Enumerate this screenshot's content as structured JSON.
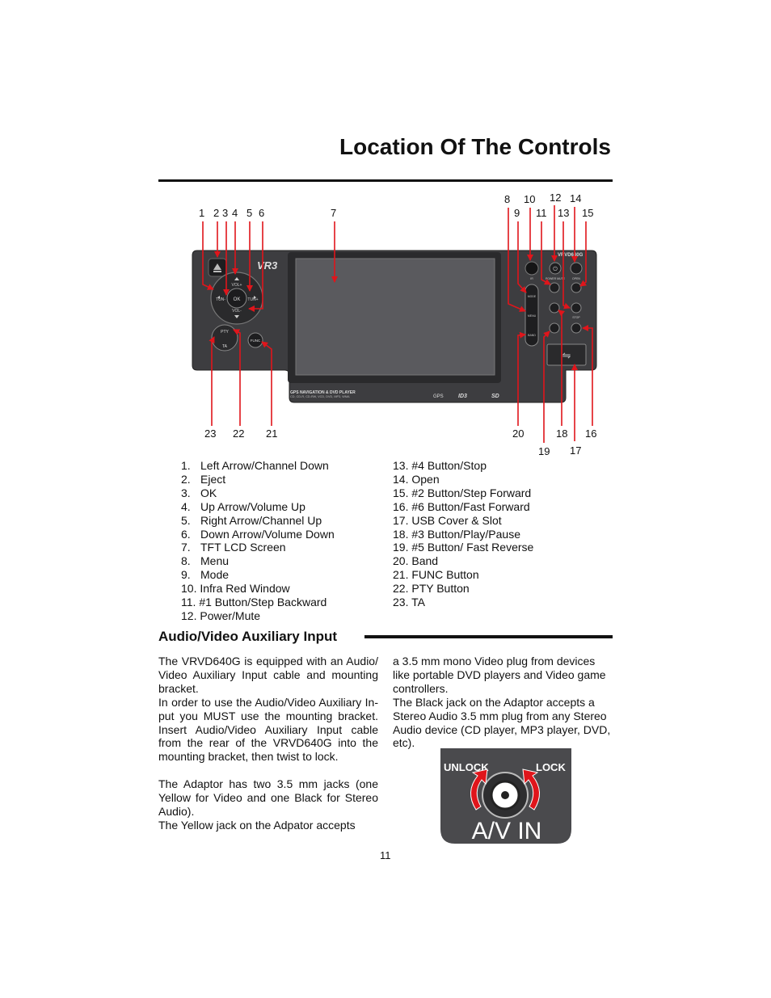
{
  "page": {
    "title": "Location Of The Controls",
    "page_number": "11"
  },
  "diagram": {
    "callouts": [
      "1",
      "2",
      "3",
      "4",
      "5",
      "6",
      "7",
      "8",
      "9",
      "10",
      "11",
      "12",
      "13",
      "14",
      "15",
      "16",
      "17",
      "18",
      "19",
      "20",
      "21",
      "22",
      "23"
    ],
    "device": {
      "model": "VRVD640G",
      "brand": "VR3",
      "vol_up": "VOL+",
      "vol_down": "VOL-",
      "tun_down": "TUN-",
      "tun_up": "TUN+",
      "ok": "OK",
      "pty": "PTY",
      "ta": "TA",
      "func": "FUNC",
      "ir": "IR",
      "power_mute": "POWER MUTE",
      "open": "OPEN",
      "mode": "MODE",
      "menu": "MENU",
      "band": "BAND",
      "stop": "STOP",
      "nav_title": "GPS NAVIGATION & DVD PLAYER",
      "nav_formats": "CD, CD-R, CD-RW, VCD, DVD, MP3, WMA",
      "badge_gps": "GPS",
      "badge_id3": "ID3",
      "badge_sd": "SD"
    }
  },
  "controls_left": [
    {
      "n": "1.",
      "label": "Left Arrow/Channel Down"
    },
    {
      "n": "2.",
      "label": "Eject"
    },
    {
      "n": "3.",
      "label": "OK"
    },
    {
      "n": "4.",
      "label": "Up Arrow/Volume Up"
    },
    {
      "n": "5.",
      "label": "Right Arrow/Channel Up"
    },
    {
      "n": "6.",
      "label": "Down Arrow/Volume Down"
    },
    {
      "n": "7.",
      "label": "TFT LCD Screen"
    },
    {
      "n": "8.",
      "label": "Menu"
    },
    {
      "n": "9.",
      "label": "Mode"
    },
    {
      "n": "",
      "label": "10. Infra Red Window"
    },
    {
      "n": "",
      "label": "11. #1 Button/Step Backward"
    },
    {
      "n": "",
      "label": "12. Power/Mute"
    }
  ],
  "controls_right": [
    "13. #4 Button/Stop",
    "14. Open",
    "15. #2 Button/Step Forward",
    "16. #6 Button/Fast Forward",
    "17. USB Cover & Slot",
    "18. #3 Button/Play/Pause",
    "19. #5 Button/ Fast Reverse",
    "20. Band",
    "21. FUNC Button",
    "22. PTY Button",
    "23. TA"
  ],
  "section": {
    "heading": "Audio/Video Auxiliary Input",
    "left_col": [
      [
        "The VRVD640G is equipped with an Audio/ Video Auxiliary Input cable and mounting bracket.",
        "In order to use the Audio/Video Auxiliary In- put you MUST use the mounting bracket. Insert Audio/Video Auxiliary Input cable from the rear of the VRVD640G into the mounting bracket, then twist to lock."
      ],
      [
        "The Adaptor has two 3.5 mm jacks (one Yellow for Video and one Black for Stereo Audio).",
        "The Yellow jack on the Adpator accepts"
      ]
    ],
    "right_col": [
      "a 3.5 mm mono Video plug from devices like portable DVD players and Video game controllers.",
      "The Black jack on the Adaptor accepts a Stereo Audio 3.5 mm plug from any Stereo Audio device (CD player, MP3 player, DVD, etc)."
    ]
  },
  "av_panel": {
    "unlock": "UNLOCK",
    "lock": "LOCK",
    "label": "A/V IN"
  },
  "colors": {
    "callout_red": "#e0151b",
    "device_dark": "#3b3b3d",
    "screen": "#555558"
  }
}
